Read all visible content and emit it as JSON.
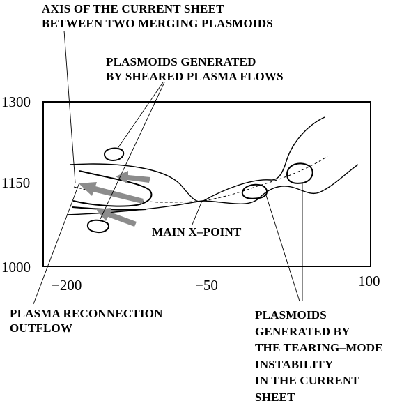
{
  "annotations": {
    "axis_current_sheet": [
      "AXIS  OF THE CURRENT SHEET",
      "BETWEEN TWO MERGING PLASMOIDS"
    ],
    "plasmoids_sheared": [
      "PLASMOIDS  GENERATED",
      "BY SHEARED PLASMA FLOWS"
    ],
    "main_x_point": "MAIN  X–POINT",
    "reconnection_outflow": [
      "PLASMA RECONNECTION",
      "OUTFLOW"
    ],
    "plasmoids_tearing": [
      "PLASMOIDS",
      "GENERATED BY",
      "THE  TEARING–MODE",
      "INSTABILITY",
      "IN THE CURRENT",
      "SHEET"
    ]
  },
  "axes": {
    "y_ticks": [
      "1300",
      "1150",
      "1000"
    ],
    "x_ticks": [
      "−200",
      "−50",
      "100"
    ]
  },
  "colors": {
    "ink": "#000000",
    "arrow_fill": "#8c8c8c",
    "background": "#ffffff"
  }
}
